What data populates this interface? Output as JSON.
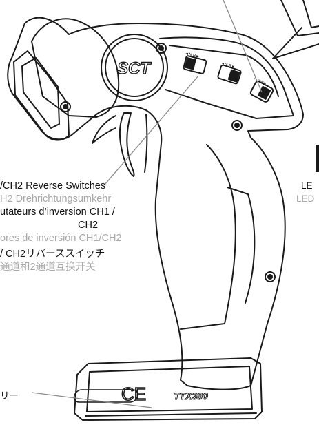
{
  "diagram": {
    "logo_text": "SCT",
    "ce_mark": "CE",
    "model_badge": "TTX300",
    "switch_marks": {
      "ch1": "◄N R►",
      "ch2": "◄N R►",
      "power": "POWER"
    }
  },
  "callouts": {
    "reverse_switches": {
      "en": "/CH2 Reverse Switches",
      "de": "H2 Drehrichtungsumkehr",
      "fr_line1": "utateurs d’inversion CH1 /",
      "fr_line2": "CH2",
      "es": "ores de inversión CH1/CH2",
      "ja": "/ CH2リバーススイッチ",
      "zh": "通道和2通道互换开关"
    },
    "led": {
      "en": "LE",
      "de": "LED"
    },
    "battery": {
      "ja": "リー"
    }
  },
  "colors": {
    "line": "#1a1a1a",
    "leader": "#8a8a8a",
    "faint_text": "#a8a8a8",
    "text": "#111111"
  }
}
